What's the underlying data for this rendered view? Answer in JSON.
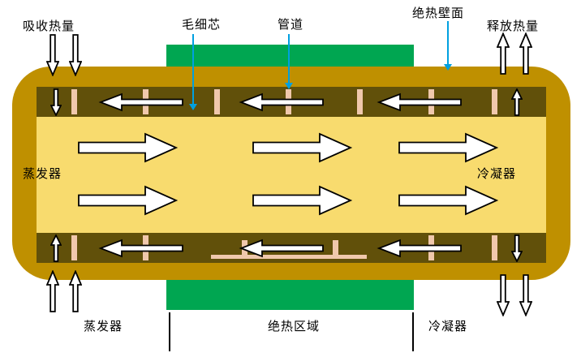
{
  "labels": {
    "absorb_heat": "吸收热量",
    "capillary_wick": "毛细芯",
    "pipe": "管道",
    "adiabatic_wall": "绝热壁面",
    "release_heat": "释放热量",
    "evaporator_side": "蒸发器",
    "condenser_side": "冷凝器",
    "evaporator_section": "蒸发器",
    "adiabatic_section": "绝热区域",
    "condenser_section": "冷凝器"
  },
  "icons": {
    "vapor_flow_arrow": "right-block-arrow",
    "liquid_return_arrow": "left-block-arrow",
    "heat_transfer_arrow": "vertical-block-arrow",
    "label_pointer": "blue-down-arrow-line"
  },
  "colors": {
    "background": "#FFFFFF",
    "wall": "#BF9000",
    "wick": "#61500A",
    "vapor_core": "#F8DB6E",
    "adiabatic_green": "#00A651",
    "wick_marks": "#F0C8AC",
    "pointer_blue": "#00A0E0",
    "arrow_fill": "#FFFFFF",
    "arrow_stroke": "#000000",
    "text": "#000000"
  }
}
